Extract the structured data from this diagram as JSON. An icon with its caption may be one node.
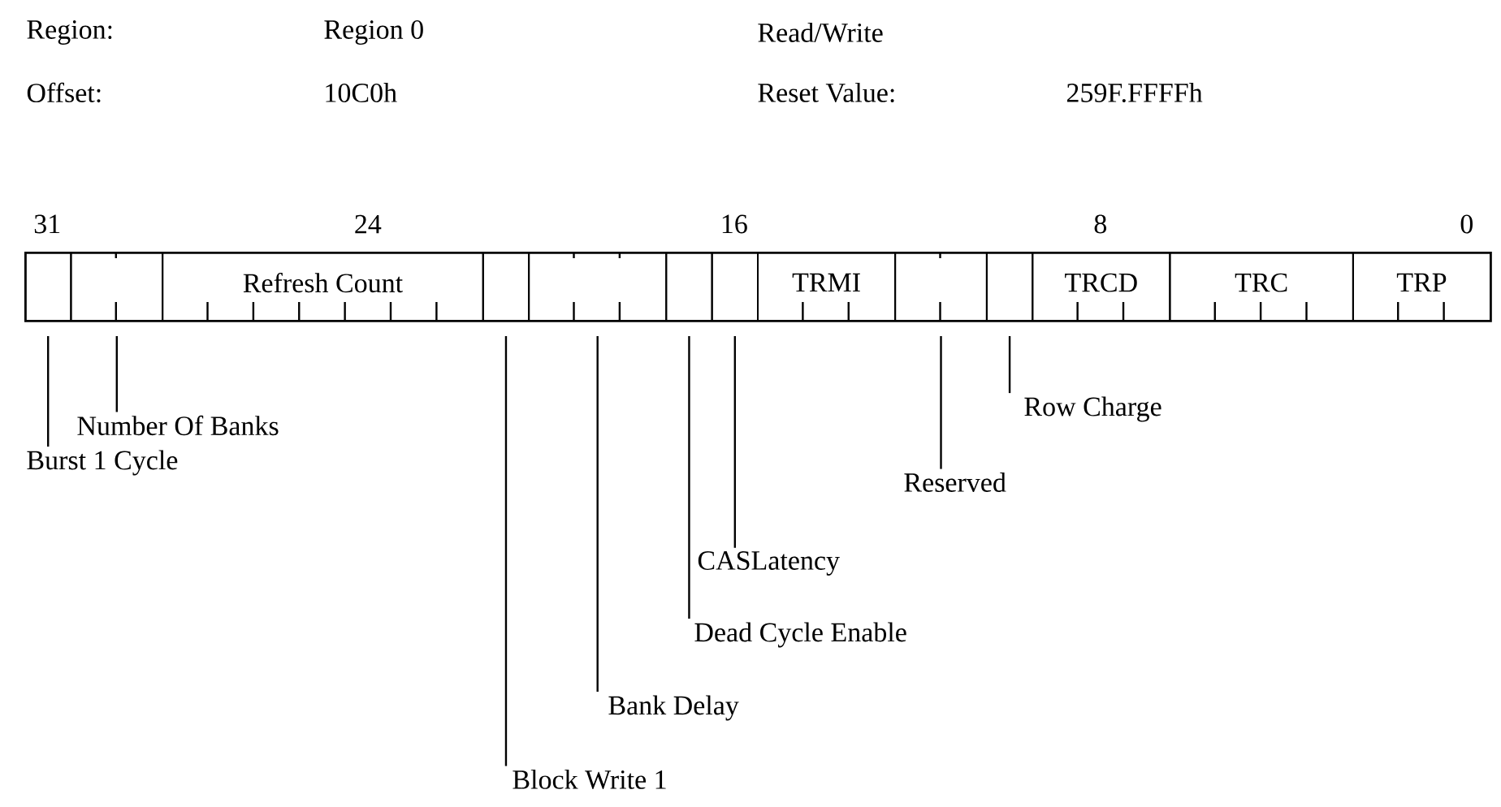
{
  "diagram": {
    "nodes": [
      {
        "text": [],
        "shape": "box"
      },
      {
        "text": [],
        "shape": "box",
        "in": 0
      },
      {
        "text": [],
        "shape": "box",
        "in": 0
      },
      {
        "text": [
          "Refresh Count"
        ],
        "in": 0
      },
      {
        "text": [],
        "shape": "box",
        "in": 0
      },
      {
        "text": [],
        "shape": "box",
        "in": 0
      },
      {
        "text": [],
        "shape": "box",
        "in": 0
      },
      {
        "text": [],
        "shape": "box",
        "in": 0
      },
      {
        "text": [
          "TRMI"
        ],
        "in": 0
      },
      {
        "text": [],
        "shape": "box",
        "in": 0
      },
      {
        "text": [],
        "shape": "box",
        "in": 0
      },
      {
        "text": [
          "TRCD"
        ],
        "in": 0
      },
      {
        "text": [
          "TRC"
        ],
        "in": 0
      },
      {
        "text": [
          "TRP"
        ],
        "in": 0
      },
      {
        "text": [
          "Row Charge"
        ]
      },
      {
        "text": [
          "Number Of Banks"
        ]
      },
      {
        "text": [
          "Burst 1 Cycle"
        ]
      },
      {
        "text": [
          "Reserved"
        ]
      },
      {
        "text": [
          "CASLatency"
        ]
      },
      {
        "text": [
          "Dead Cycle Enable"
        ]
      },
      {
        "text": [
          "Bank Delay"
        ]
      },
      {
        "text": [
          "Block Write 1"
        ]
      }
    ],
    "edges": [
      {
        "from": 14,
        "to": 10,
        "arrow": "none"
      },
      {
        "from": 15,
        "to": 2,
        "arrow": "none"
      },
      {
        "from": 16,
        "to": 1,
        "arrow": "none"
      },
      {
        "from": 17,
        "to": 9,
        "arrow": "none"
      },
      {
        "from": 18,
        "to": 7,
        "arrow": "none"
      },
      {
        "from": 19,
        "to": 6,
        "arrow": "none"
      },
      {
        "from": 20,
        "to": 5,
        "arrow": "none"
      },
      {
        "from": 21,
        "to": 4,
        "arrow": "none"
      }
    ],
    "labels": [
      "Region:",
      "Region 0",
      "Read/Write",
      "Offset:",
      "10C0h",
      "Reset Value:",
      "259F.FFFFh",
      "31",
      "24",
      "16",
      "8",
      "0"
    ]
  }
}
